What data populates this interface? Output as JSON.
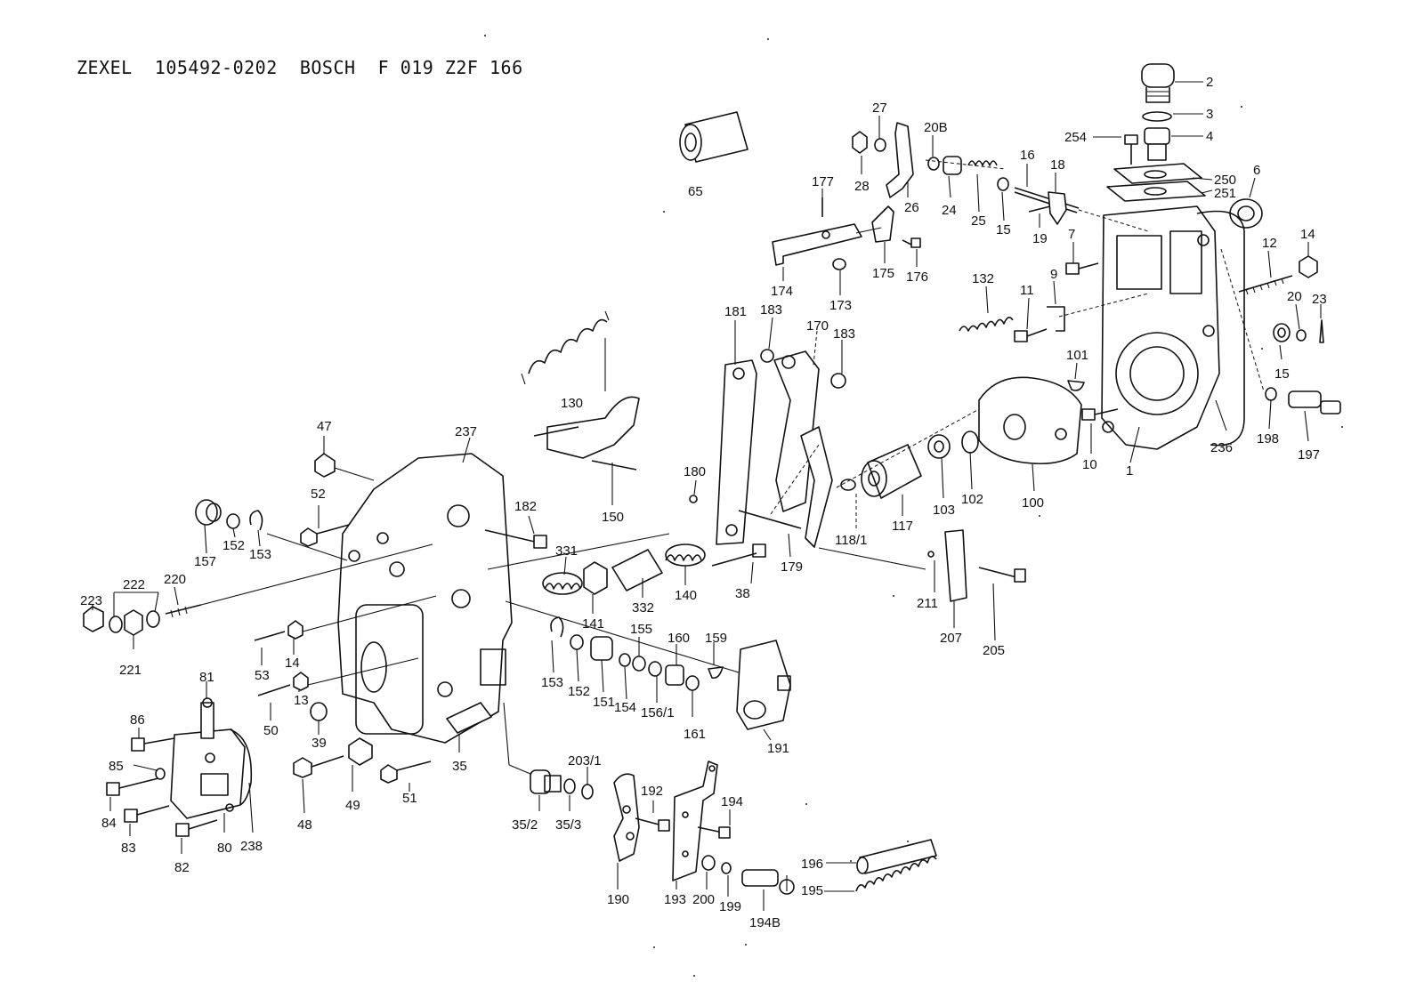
{
  "header": {
    "title": "ZEXEL  105492-0202  BOSCH  F 019 Z2F 166"
  },
  "diagram": {
    "labels": {
      "p2": "2",
      "p3": "3",
      "p4": "4",
      "p254": "254",
      "p250": "250",
      "p251": "251",
      "p6": "6",
      "p14a": "14",
      "p12": "12",
      "p20": "20",
      "p23": "23",
      "p15b": "15",
      "p7": "7",
      "p9": "9",
      "p11": "11",
      "p132": "132",
      "p101": "101",
      "p10": "10",
      "p1": "1",
      "p236": "236",
      "p198": "198",
      "p197": "197",
      "p27": "27",
      "p28": "28",
      "p26": "26",
      "p20B": "20B",
      "p24": "24",
      "p25": "25",
      "p15a": "15",
      "p16": "16",
      "p18": "18",
      "p19": "19",
      "p65": "65",
      "p177": "177",
      "p174": "174",
      "p173": "173",
      "p175": "175",
      "p176": "176",
      "p130": "130",
      "p150": "150",
      "p181": "181",
      "p183a": "183",
      "p170": "170",
      "p183b": "183",
      "p100": "100",
      "p102": "102",
      "p103": "103",
      "p117": "117",
      "p118_1": "118/1",
      "p180": "180",
      "p179": "179",
      "p38": "38",
      "p211": "211",
      "p207": "207",
      "p205": "205",
      "p47": "47",
      "p237": "237",
      "p52": "52",
      "p182": "182",
      "p157": "157",
      "p152a": "152",
      "p153a": "153",
      "p222": "222",
      "p220": "220",
      "p223": "223",
      "p221": "221",
      "p331": "331",
      "p141": "141",
      "p332": "332",
      "p140": "140",
      "p53": "53",
      "p14b": "14",
      "p50": "50",
      "p13": "13",
      "p39": "39",
      "p153b": "153",
      "p152b": "152",
      "p151": "151",
      "p154": "154",
      "p155": "155",
      "p156_1": "156/1",
      "p160": "160",
      "p161": "161",
      "p159": "159",
      "p191": "191",
      "p81": "81",
      "p86": "86",
      "p85": "85",
      "p84": "84",
      "p83": "83",
      "p82": "82",
      "p80": "80",
      "p238": "238",
      "p48": "48",
      "p49": "49",
      "p51": "51",
      "p35": "35",
      "p35_2": "35/2",
      "p203_1": "203/1",
      "p35_3": "35/3",
      "p190": "190",
      "p192": "192",
      "p194": "194",
      "p193": "193",
      "p200": "200",
      "p199": "199",
      "p194B": "194B",
      "p196": "196",
      "p195": "195"
    }
  }
}
